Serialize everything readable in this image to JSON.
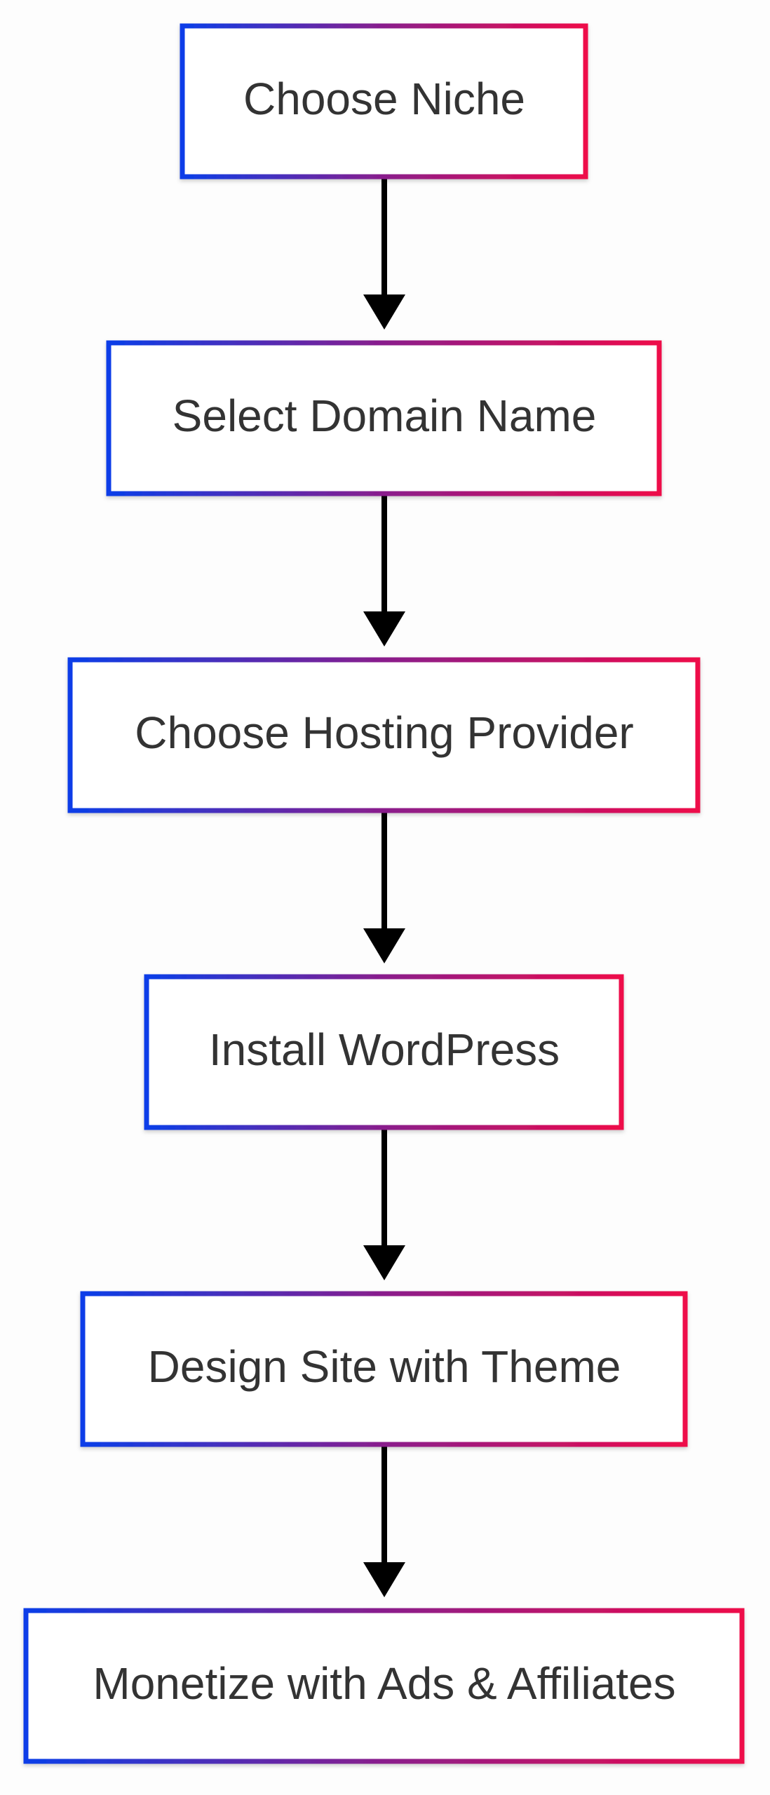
{
  "diagram": {
    "type": "flowchart",
    "direction": "top-to-bottom",
    "colors": {
      "border_gradient_start": "#0a3ee8",
      "border_gradient_mid": "#8a1e8c",
      "border_gradient_end": "#ee0a4a",
      "node_fill": "#ffffff",
      "text": "#333333",
      "arrow": "#000000",
      "background": "#fdfdfd"
    },
    "nodes": [
      {
        "id": "choose-niche",
        "label": "Choose Niche"
      },
      {
        "id": "select-domain-name",
        "label": "Select Domain Name"
      },
      {
        "id": "choose-hosting-provider",
        "label": "Choose Hosting Provider"
      },
      {
        "id": "install-wordpress",
        "label": "Install WordPress"
      },
      {
        "id": "design-site-with-theme",
        "label": "Design Site with Theme"
      },
      {
        "id": "monetize-with-ads-affiliates",
        "label": "Monetize with Ads & Affiliates"
      }
    ],
    "edges": [
      {
        "from": "choose-niche",
        "to": "select-domain-name"
      },
      {
        "from": "select-domain-name",
        "to": "choose-hosting-provider"
      },
      {
        "from": "choose-hosting-provider",
        "to": "install-wordpress"
      },
      {
        "from": "install-wordpress",
        "to": "design-site-with-theme"
      },
      {
        "from": "design-site-with-theme",
        "to": "monetize-with-ads-affiliates"
      }
    ]
  }
}
